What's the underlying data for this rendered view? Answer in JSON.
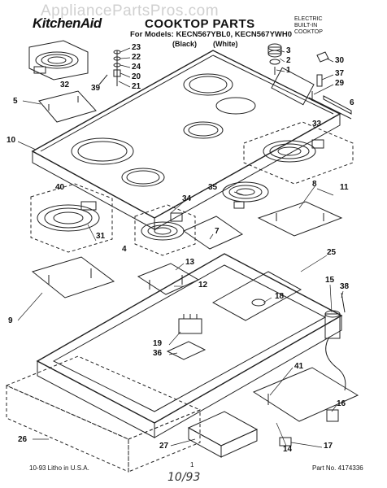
{
  "header": {
    "watermark": "AppliancePartsPros.com",
    "brand": "KitchenAid",
    "title": "COOKTOP PARTS",
    "for_models": "For Models: KECN567YBL0, KECN567YWH0",
    "model_black": "(Black)",
    "model_white": "(White)",
    "side_note": [
      "ELECTRIC",
      "BUILT-IN",
      "COOKTOP"
    ]
  },
  "footer": {
    "date": "10-93 Litho in U.S.A.",
    "page": "1",
    "part_no": "Part No. 4174336",
    "handwritten": "10/93"
  },
  "callouts": [
    "23",
    "22",
    "24",
    "20",
    "21",
    "39",
    "32",
    "5",
    "10",
    "40",
    "3",
    "2",
    "1",
    "30",
    "37",
    "29",
    "6",
    "33",
    "35",
    "8",
    "11",
    "34",
    "7",
    "31",
    "4",
    "9",
    "13",
    "12",
    "25",
    "18",
    "15",
    "38",
    "19",
    "36",
    "41",
    "16",
    "17",
    "14",
    "27",
    "26"
  ]
}
